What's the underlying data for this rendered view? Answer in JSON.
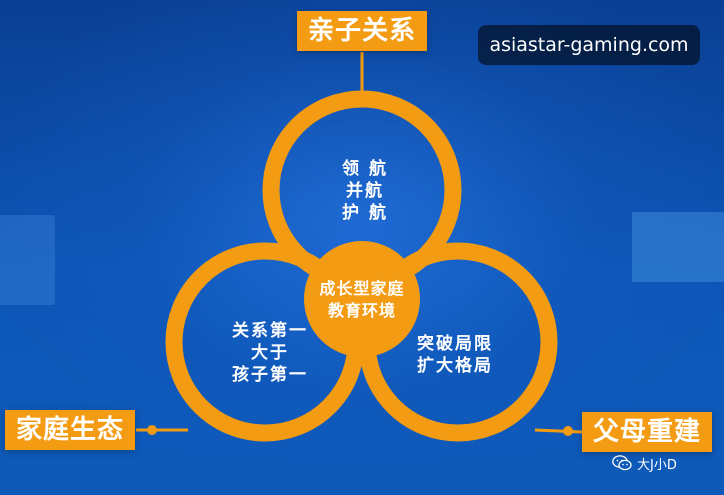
{
  "diagram": {
    "top_label": "亲子关系",
    "left_label": "家庭生态",
    "right_label": "父母重建",
    "top_circle_lines": [
      "领 航",
      "并航",
      "护 航"
    ],
    "left_circle_lines": [
      "关系第一",
      "大于",
      "孩子第一"
    ],
    "right_circle_lines": [
      "突破局限",
      "扩大格局"
    ],
    "center_lines": [
      "成长型家庭",
      "教育环境"
    ]
  },
  "watermark": {
    "text": "asiastar-gaming.com"
  },
  "signature": {
    "icon": "wechat-icon",
    "text": "大J小D"
  },
  "colors": {
    "ring": "#f39b13",
    "label_bg": "#f39b13",
    "center_fill": "#f39b13",
    "background": "#0d4fa6"
  }
}
